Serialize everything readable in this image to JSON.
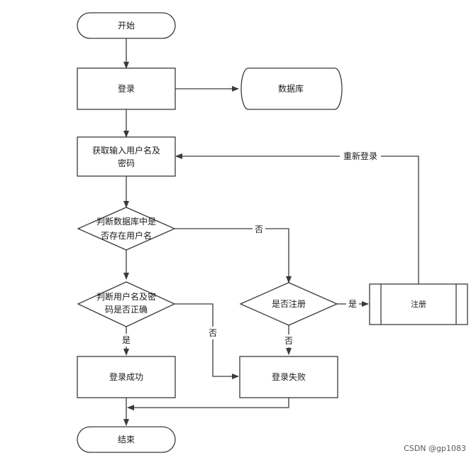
{
  "nodes": {
    "start": "开始",
    "login": "登录",
    "database": "数据库",
    "input": [
      "获取输入用户名及",
      "密码"
    ],
    "check_exists": [
      "判断数据库中是",
      "否存在用户名"
    ],
    "check_password": [
      "判断用户名及密",
      "码是否正确"
    ],
    "ask_register": "是否注册",
    "register": "注册",
    "login_success": "登录成功",
    "login_fail": "登录失败",
    "end": "结束"
  },
  "edges": {
    "relogin": "重新登录",
    "no_exists": "否",
    "yes_register": "是",
    "no_register": "否",
    "yes_password": "是",
    "no_password": "否"
  },
  "watermark": "CSDN @gp1083"
}
